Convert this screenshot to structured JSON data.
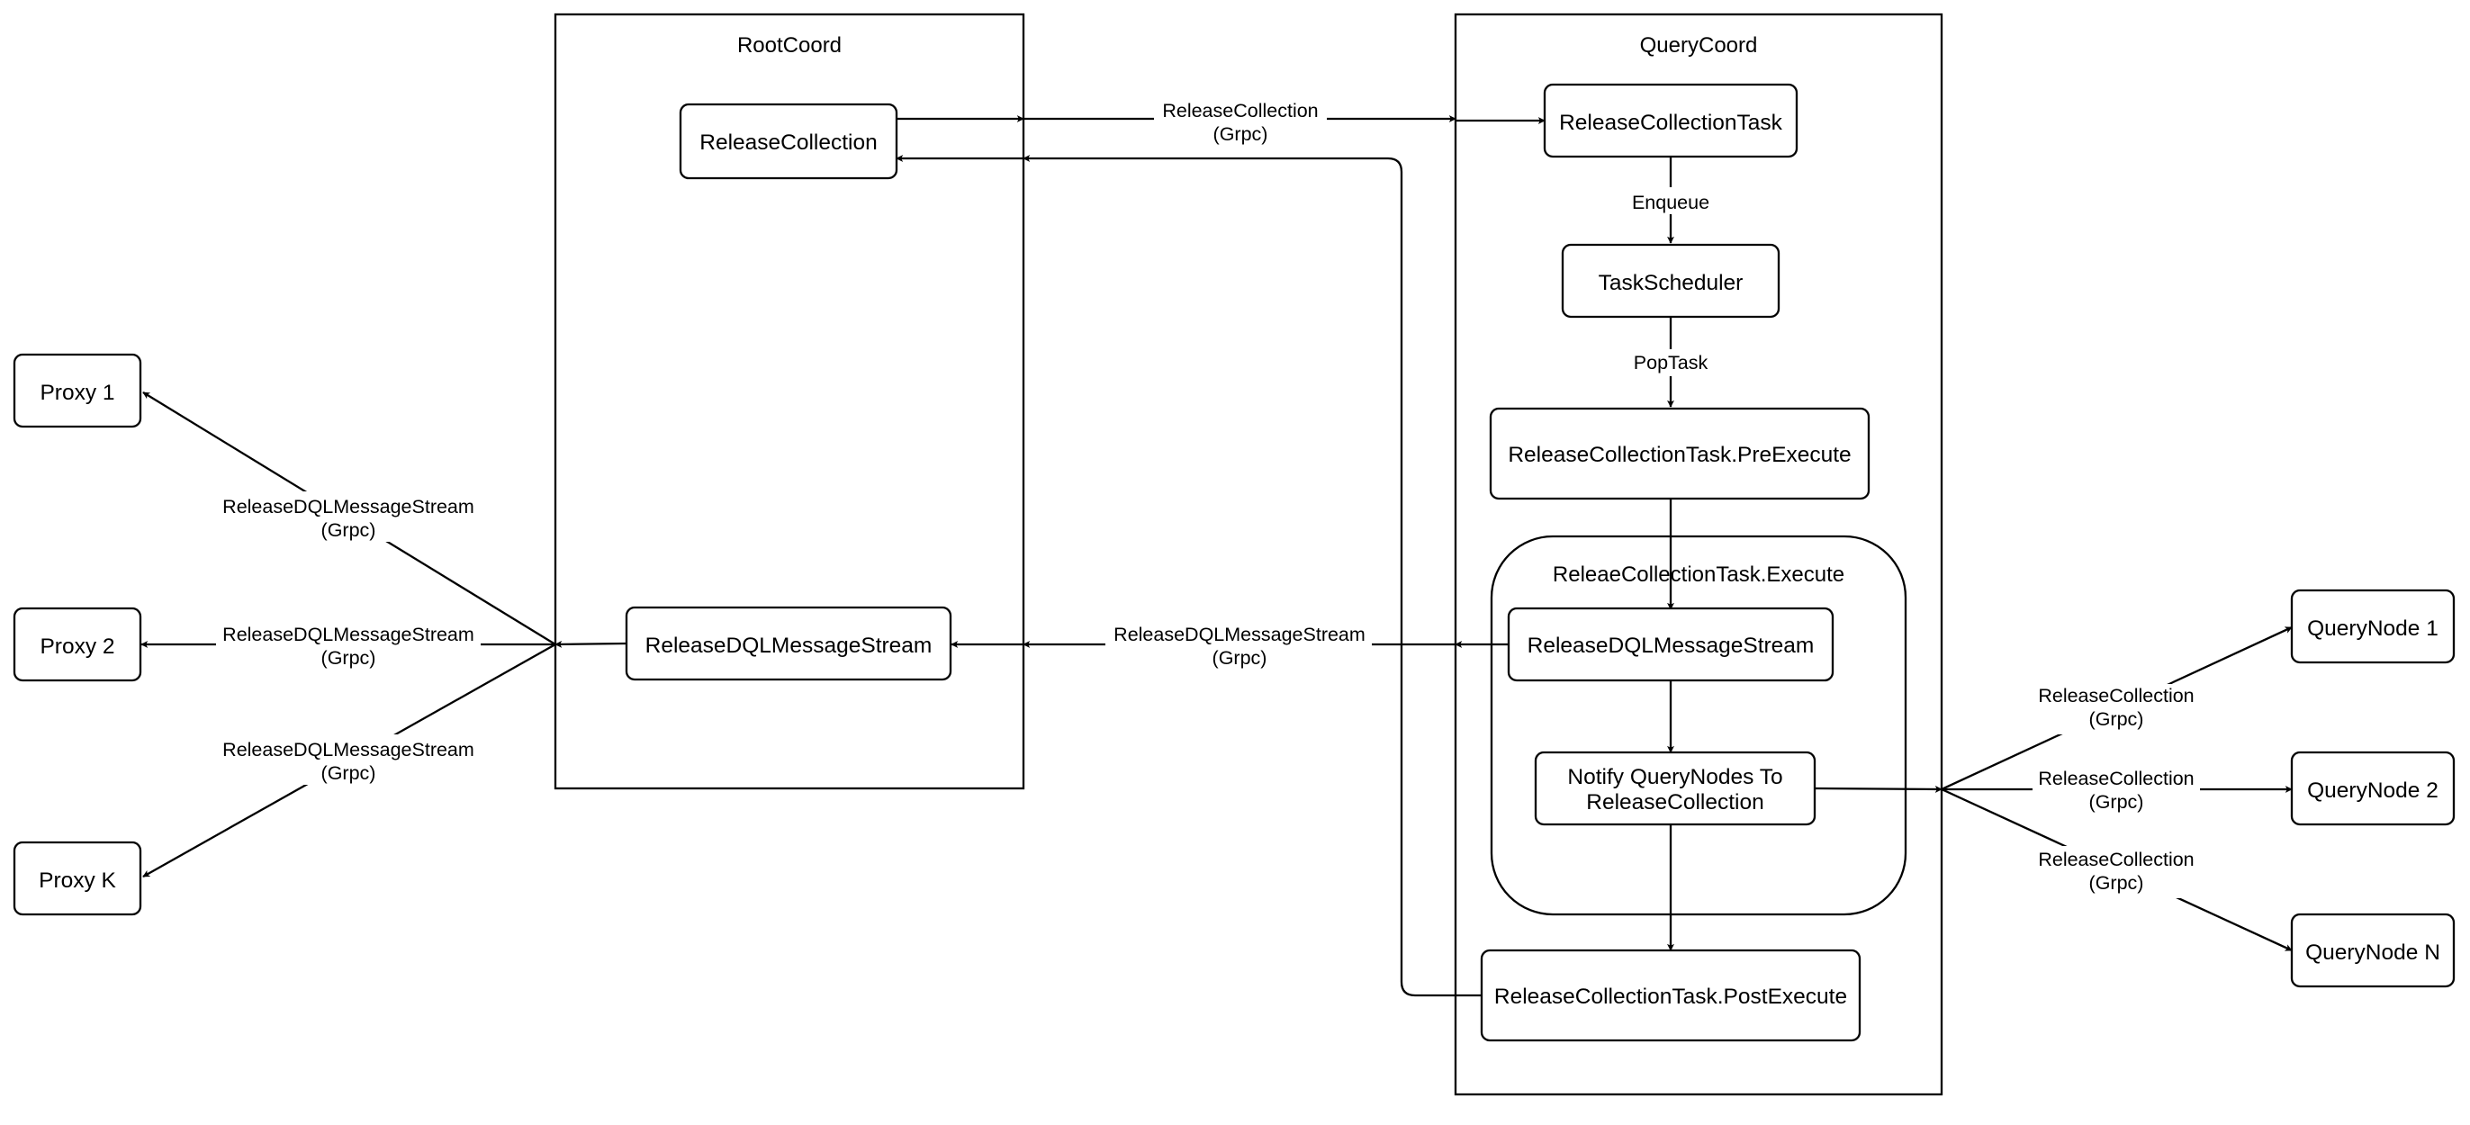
{
  "containers": {
    "root_coord": "RootCoord",
    "query_coord": "QueryCoord",
    "execute_group": "ReleaeCollectionTask.Execute"
  },
  "nodes": {
    "root_release_collection": "ReleaseCollection",
    "root_release_dql_stream": "ReleaseDQLMessageStream",
    "release_collection_task": "ReleaseCollectionTask",
    "task_scheduler": "TaskScheduler",
    "pre_execute": "ReleaseCollectionTask.PreExecute",
    "qc_release_dql_stream": "ReleaseDQLMessageStream",
    "notify_querynodes": [
      "Notify QueryNodes To",
      "ReleaseCollection"
    ],
    "post_execute": "ReleaseCollectionTask.PostExecute",
    "proxy_1": "Proxy 1",
    "proxy_2": "Proxy 2",
    "proxy_k": "Proxy K",
    "querynode_1": "QueryNode 1",
    "querynode_2": "QueryNode 2",
    "querynode_n": "QueryNode N"
  },
  "edges": {
    "rc_to_task": [
      "ReleaseCollection",
      "(Grpc)"
    ],
    "enqueue": "Enqueue",
    "poptask": "PopTask",
    "qc_to_root_stream": [
      "ReleaseDQLMessageStream",
      "(Grpc)"
    ],
    "to_proxy_1": [
      "ReleaseDQLMessageStream",
      "(Grpc)"
    ],
    "to_proxy_2": [
      "ReleaseDQLMessageStream",
      "(Grpc)"
    ],
    "to_proxy_k": [
      "ReleaseDQLMessageStream",
      "(Grpc)"
    ],
    "to_querynode_1": [
      "ReleaseCollection",
      "(Grpc)"
    ],
    "to_querynode_2": [
      "ReleaseCollection",
      "(Grpc)"
    ],
    "to_querynode_n": [
      "ReleaseCollection",
      "(Grpc)"
    ]
  }
}
